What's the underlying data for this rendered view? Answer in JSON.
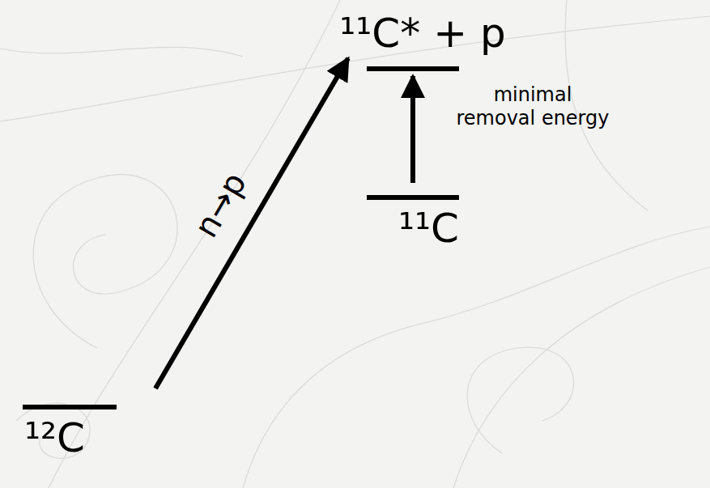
{
  "diagram": {
    "nodes": [
      {
        "text": [
          "¹¹C* + p"
        ]
      },
      {
        "text": [
          "¹¹C"
        ]
      },
      {
        "text": [
          "¹²C"
        ]
      }
    ],
    "edges": [
      {
        "from": 2,
        "to": 0,
        "arrow": "to",
        "label": "n→p"
      },
      {
        "from": 1,
        "to": 0,
        "arrow": "to",
        "label": "minimal removal energy"
      }
    ]
  }
}
